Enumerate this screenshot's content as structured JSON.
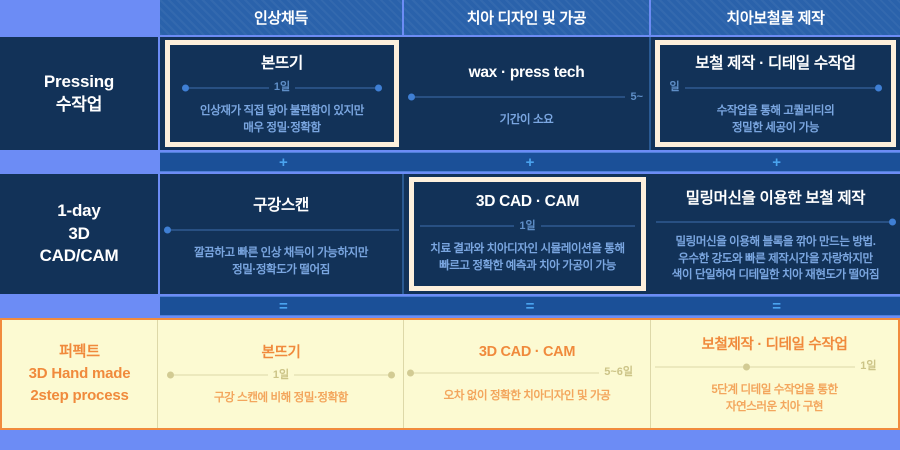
{
  "header": {
    "columns": [
      {
        "label": "인상채득"
      },
      {
        "label": "치아 디자인 및 가공"
      },
      {
        "label": "치아보철물 제작"
      }
    ]
  },
  "operators": {
    "plus": "+",
    "equals": "="
  },
  "rows": [
    {
      "id": "pressing",
      "label": "Pressing\n수작업",
      "label_lines": [
        "Pressing",
        "수작업"
      ],
      "cells": [
        {
          "title": "본뜨기",
          "duration": "1일",
          "desc_lines": [
            "인상재가 직접 닿아 불편함이 있지만",
            "매우 정밀·정확함"
          ],
          "highlighted": true
        },
        {
          "title": "wax · press tech",
          "duration": "5~",
          "desc_lines": [
            "기간이 소요"
          ],
          "highlighted": false
        },
        {
          "title": "보철 제작 · 디테일 수작업",
          "duration": "일",
          "desc_lines": [
            "수작업을 통해 고퀄리티의",
            "정밀한 세공이 가능"
          ],
          "highlighted": true
        }
      ]
    },
    {
      "id": "oneday",
      "label_lines": [
        "1-day",
        "3D",
        "CAD/CAM"
      ],
      "cells": [
        {
          "title": "구강스캔",
          "duration": "",
          "desc_lines": [
            "깔끔하고 빠른 인상 채득이 가능하지만",
            "정밀·정확도가 떨어짐"
          ],
          "highlighted": false
        },
        {
          "title": "3D CAD · CAM",
          "duration": "1일",
          "desc_lines": [
            "치료 결과와 치아디자인 시뮬레이션을 통해",
            "빠르고 정확한 예측과 치아 가공이 가능"
          ],
          "highlighted": true
        },
        {
          "title": "밀링머신을 이용한 보철 제작",
          "duration": "",
          "desc_lines": [
            "밀링머신을 이용해 블록을 깎아 만드는 방법.",
            "우수한 강도와 빠른 제작시간을 자랑하지만",
            "색이 단일하여 디테일한 치아 재현도가 떨어짐"
          ],
          "highlighted": false
        }
      ]
    },
    {
      "id": "perfect",
      "label_lines": [
        "퍼펙트",
        "3D Hand made",
        "2step process"
      ],
      "cells": [
        {
          "title": "본뜨기",
          "duration": "1일",
          "desc_lines": [
            "구강 스캔에 비해 정밀·정확함"
          ],
          "highlighted": false
        },
        {
          "title": "3D CAD · CAM",
          "duration": "5~6일",
          "desc_lines": [
            "오차 없이 정확한 치아디자인 및 가공"
          ],
          "highlighted": false
        },
        {
          "title": "보철제작 · 디테일 수작업",
          "duration": "1일",
          "desc_lines": [
            "5단계 디테일 수작업을 통한",
            "자연스러운 치아 구현"
          ],
          "highlighted": false
        }
      ]
    }
  ],
  "colors": {
    "background": "#6c8cf5",
    "header_blue": "#2a62ab",
    "dark_navy": "#123258",
    "cream": "#fcfad2",
    "orange": "#f08a3c",
    "accent_blue": "#4aa3ef",
    "highlight_border": "#fdf0dd"
  }
}
